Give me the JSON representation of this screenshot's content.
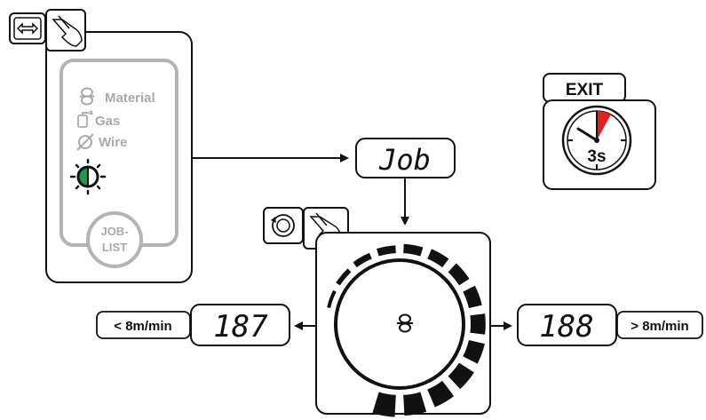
{
  "panel": {
    "items": [
      {
        "label": "Material",
        "icon": "wire-spool-icon"
      },
      {
        "label": "Gas",
        "icon": "gas-cylinder-icon"
      },
      {
        "label": "Wire",
        "icon": "diameter-icon"
      }
    ],
    "indicator_icon": "status-led-icon",
    "job_list_line1": "JOB-",
    "job_list_line2": "LIST"
  },
  "display": {
    "job_text": "Job",
    "left_value": "187",
    "right_value": "188"
  },
  "labels": {
    "decrease": "< 8m/min",
    "increase": "> 8m/min"
  },
  "exit": {
    "label": "EXIT",
    "timer": "3s"
  },
  "colors": {
    "led_green": "#1a9a4a",
    "timer_red": "#e32020",
    "panel_grey": "#b4b4b4"
  }
}
